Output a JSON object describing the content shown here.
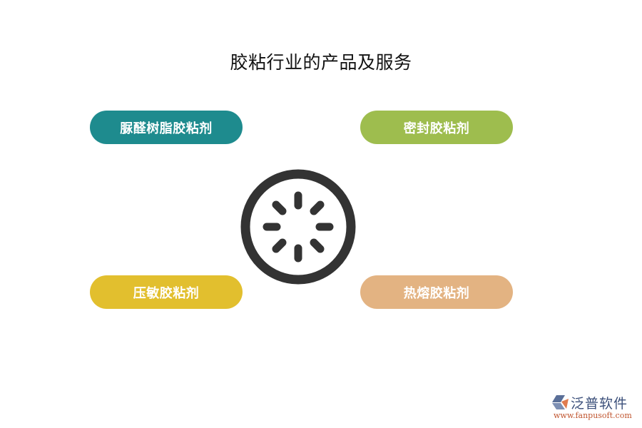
{
  "title": "胶粘行业的产品及服务",
  "center_icon": "loading-spinner-icon",
  "items": [
    {
      "label": "脲醛树脂胶粘剂",
      "color": "#1e8b8e",
      "position": "top-left"
    },
    {
      "label": "密封胶粘剂",
      "color": "#9ebd4e",
      "position": "top-right"
    },
    {
      "label": "压敏胶粘剂",
      "color": "#e2bf2e",
      "position": "bottom-left"
    },
    {
      "label": "热熔胶粘剂",
      "color": "#e3b382",
      "position": "bottom-right"
    }
  ],
  "colors": {
    "hub": "#333333"
  },
  "logo": {
    "brand": "泛普软件",
    "url": "www.fanpusoft.com"
  }
}
